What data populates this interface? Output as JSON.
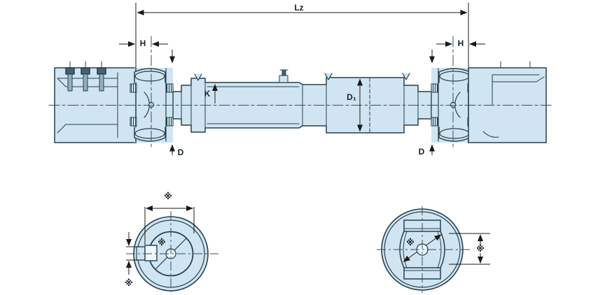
{
  "side_view": {
    "dim_overall_length": "Lz",
    "dim_h_left": "H",
    "dim_h_right": "H",
    "dim_k": "K",
    "dim_tube_diameter": "D₁",
    "dim_d_left": "D",
    "dim_d_right": "D"
  },
  "left_end_view": {
    "dim_width_ref": "※",
    "dim_bore_ref": "※",
    "dim_key_ref": "※"
  },
  "right_end_view": {
    "dim_bore_ref": "※",
    "dim_height_ref": "※"
  },
  "colors": {
    "body_fill": "#d0e5f1",
    "outline": "#24404f",
    "dimension": "#1a1a1a",
    "background": "#ffffff"
  }
}
